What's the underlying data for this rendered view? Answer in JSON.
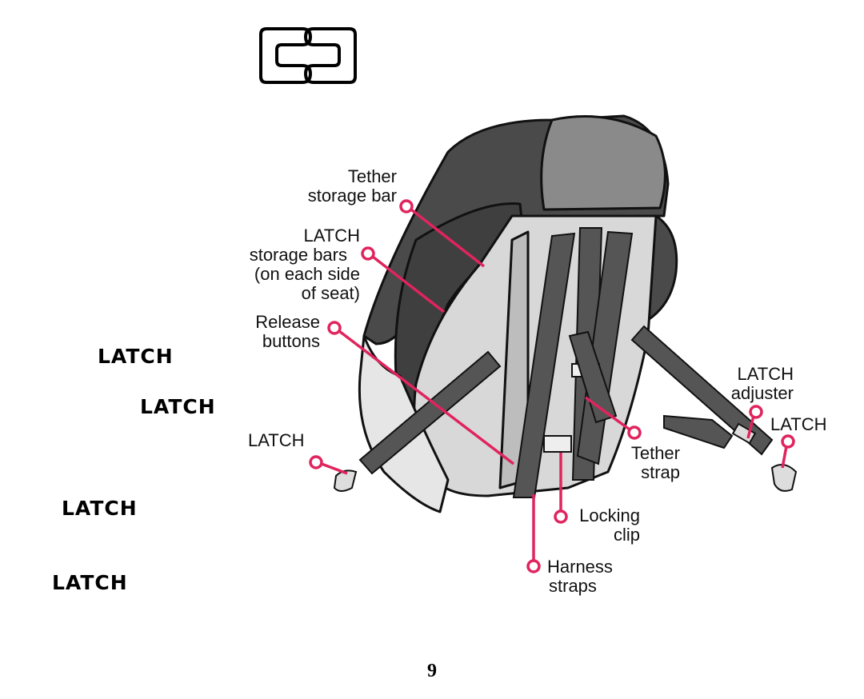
{
  "colors": {
    "callout": "#e0245e",
    "ink": "#111111",
    "seat_dark": "#4a4a4a",
    "seat_mid": "#8a8a8a",
    "seat_light": "#d8d8d8"
  },
  "icons": {
    "top_icon": "latch-connector-icon"
  },
  "side_labels": [
    "LATCH",
    "LATCH",
    "LATCH",
    "LATCH"
  ],
  "callouts": {
    "tether_storage_bar": [
      "Tether",
      "storage bar"
    ],
    "latch_storage_bars": [
      "LATCH",
      "storage bars",
      "(on each side",
      "of seat)"
    ],
    "release_buttons": [
      "Release",
      "buttons"
    ],
    "latch_left": [
      "LATCH"
    ],
    "latch_adjuster": [
      "LATCH",
      "adjuster"
    ],
    "latch_right": [
      "LATCH"
    ],
    "tether_strap": [
      "Tether",
      "strap"
    ],
    "locking_clip": [
      "Locking",
      "clip"
    ],
    "harness_straps": [
      "Harness",
      "straps"
    ]
  },
  "page_number": "9"
}
